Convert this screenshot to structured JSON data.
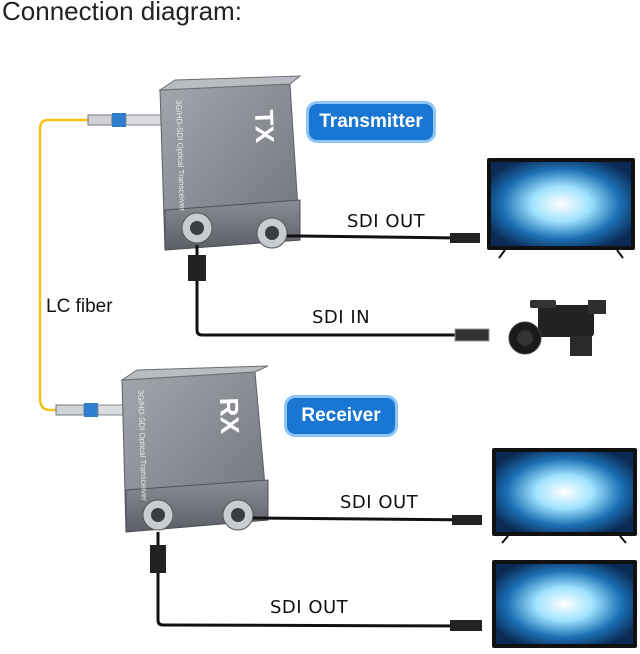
{
  "title": "Connection diagram:",
  "transmitter": {
    "badge": "Transmitter",
    "logo": "TX",
    "side_text": "3G/HD-SDI Optical Transceiver"
  },
  "receiver": {
    "badge": "Receiver",
    "logo": "RX",
    "side_text": "3G/HD-SDI Optical Transceiver"
  },
  "fiber_label": "LC fiber",
  "connections": {
    "tx_out": "SDI  OUT",
    "tx_in": "SDI  IN",
    "rx_out_1": "SDI  OUT",
    "rx_out_2": "SDI  OUT"
  },
  "colors": {
    "badge_bg": "#1976d2",
    "device_body": "#8d9197",
    "fiber": "#f2c21a",
    "cable": "#111111"
  }
}
